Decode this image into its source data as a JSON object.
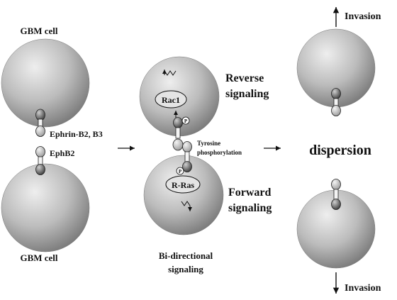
{
  "labels": {
    "gbm_cell_top": "GBM cell",
    "gbm_cell_bottom": "GBM cell",
    "ephrin": "Ephrin-B2, B3",
    "ephb2": "EphB2",
    "rac1": "Rac1",
    "reverse_line1": "Reverse",
    "reverse_line2": "signaling",
    "tyrosine_line1": "Tyrosine",
    "tyrosine_line2": "phosphorylation",
    "rras": "R-Ras",
    "forward_line1": "Forward",
    "forward_line2": "signaling",
    "bidir_line1": "Bi-directional",
    "bidir_line2": "signaling",
    "phospho_symbol": "P",
    "dispersion": "dispersion",
    "invasion_top": "Invasion",
    "invasion_bottom": "Invasion"
  },
  "colors": {
    "cell_light": "#e6e6e6",
    "cell_dark": "#7e7e7e",
    "receptor_dark": "#555555",
    "receptor_light": "#bdbdbd",
    "line": "#111111"
  }
}
